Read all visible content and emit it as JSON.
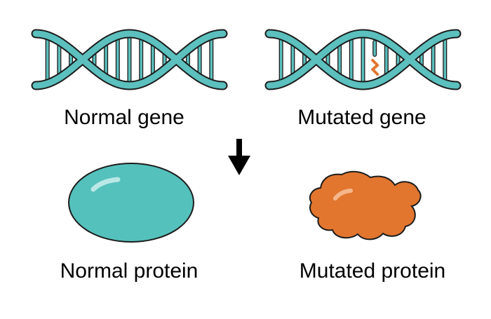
{
  "labels": {
    "normal_gene": "Normal gene",
    "mutated_gene": "Mutated gene",
    "normal_protein": "Normal protein",
    "mutated_protein": "Mutated protein"
  },
  "colors": {
    "dna": "#5bc0be",
    "outline": "#1c1c1c",
    "normal_protein": "#55c1bc",
    "mutated_protein": "#e2762f",
    "mutation": "#e2762f",
    "arrow": "#000000"
  }
}
